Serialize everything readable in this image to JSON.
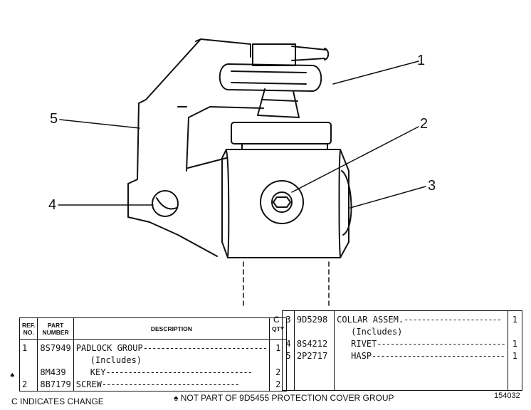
{
  "callouts": [
    "1",
    "2",
    "3",
    "4",
    "5"
  ],
  "left_table": {
    "headers": {
      "ref": "REF. NO.",
      "part": "PART NUMBER",
      "desc": "DESCRIPTION",
      "qty": "QTY"
    },
    "rows": [
      {
        "marker": "",
        "ref": "1",
        "part": "8S7949",
        "desc": "PADLOCK GROUP",
        "leader": "----------------------------",
        "qty": "1"
      },
      {
        "marker": "",
        "ref": "",
        "part": "",
        "desc": "(Includes)",
        "leader": "",
        "qty": ""
      },
      {
        "marker": "♠",
        "ref": "",
        "part": "8M439",
        "desc": "KEY",
        "leader": "---------------------------------",
        "qty": "2"
      },
      {
        "marker": "",
        "ref": "2",
        "part": "8B7179",
        "desc": "SCREW",
        "leader": "-------------------------------",
        "qty": "2"
      }
    ]
  },
  "right_table": {
    "rows": [
      {
        "marker": "C",
        "ref": "3",
        "part": "9D5298",
        "desc": "COLLAR ASSEM.",
        "leader": "----------------------",
        "qty": "1"
      },
      {
        "marker": "",
        "ref": "",
        "part": "",
        "desc": "(Includes)",
        "leader": "",
        "qty": ""
      },
      {
        "marker": "",
        "ref": "4",
        "part": "8S4212",
        "desc": "RIVET",
        "leader": "-----------------------------",
        "qty": "1"
      },
      {
        "marker": "",
        "ref": "5",
        "part": "2P2717",
        "desc": "HASP",
        "leader": "------------------------------",
        "qty": "1"
      }
    ]
  },
  "footer": {
    "change_note": "C INDICATES CHANGE",
    "protection_note": "♠ NOT PART OF 9D5455 PROTECTION COVER GROUP",
    "drawing_number": "154032"
  }
}
